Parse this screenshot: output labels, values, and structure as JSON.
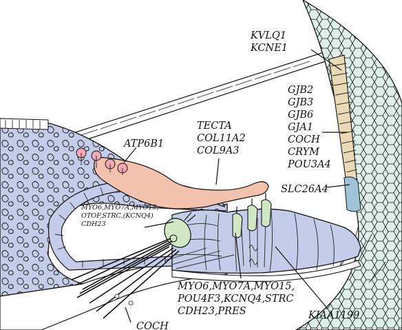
{
  "labels": {
    "kvlq1": "KVLQ1",
    "kcne1": "KCNE1",
    "gjb2": "GJB2",
    "gjb3": "GJB3",
    "gjb6": "GJB6",
    "gja1": "GJA1",
    "coch_right": "COCH",
    "crym": "CRYM",
    "pou3a4": "POU3A4",
    "slc26a4": "SLC26A4",
    "atp6b1": "ATP6B1",
    "tecta": "TECTA",
    "col11a2": "COL11A2",
    "col9a3": "COL9A3",
    "ihc_line1": "MYO6,MYO7A,MYO15,",
    "ihc_line2": "OTOF,STRC,(KCNQ4)",
    "ihc_line3": "CDH23",
    "ohc_line1": "MYO6,MYO7A,MYO15,",
    "ohc_line2": "POU4F3,KCNQ4,STRC",
    "ohc_line3": "CDH23,PRES",
    "kiaa1199": "KIAA1199",
    "coch_bottom": "COCH"
  },
  "colors": {
    "tissue_blue": "#c3cdea",
    "tissue_blue_dark": "#aab7df",
    "stria_green": "#dcefe9",
    "tectorial_pink": "#f3c2ad",
    "hair_cell_pink": "#f2a7b3",
    "ohc_green": "#cfe7c2",
    "strip_tan": "#ead9b5"
  }
}
